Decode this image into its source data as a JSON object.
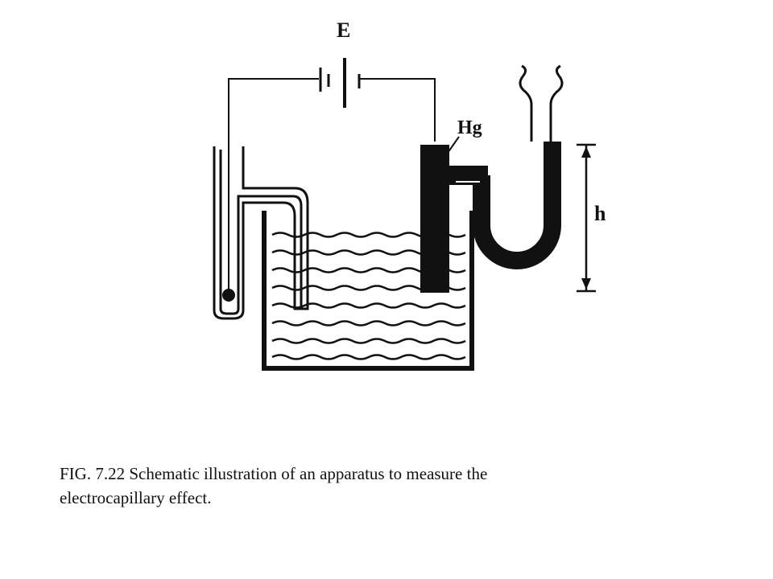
{
  "figure": {
    "labels": {
      "emf": "E",
      "mercury": "Hg",
      "height": "h"
    },
    "caption": {
      "line1": "FIG. 7.22 Schematic illustration of an apparatus to measure the",
      "line2": "electrocapillary effect."
    },
    "colors": {
      "ink": "#111111",
      "background": "#ffffff"
    }
  }
}
